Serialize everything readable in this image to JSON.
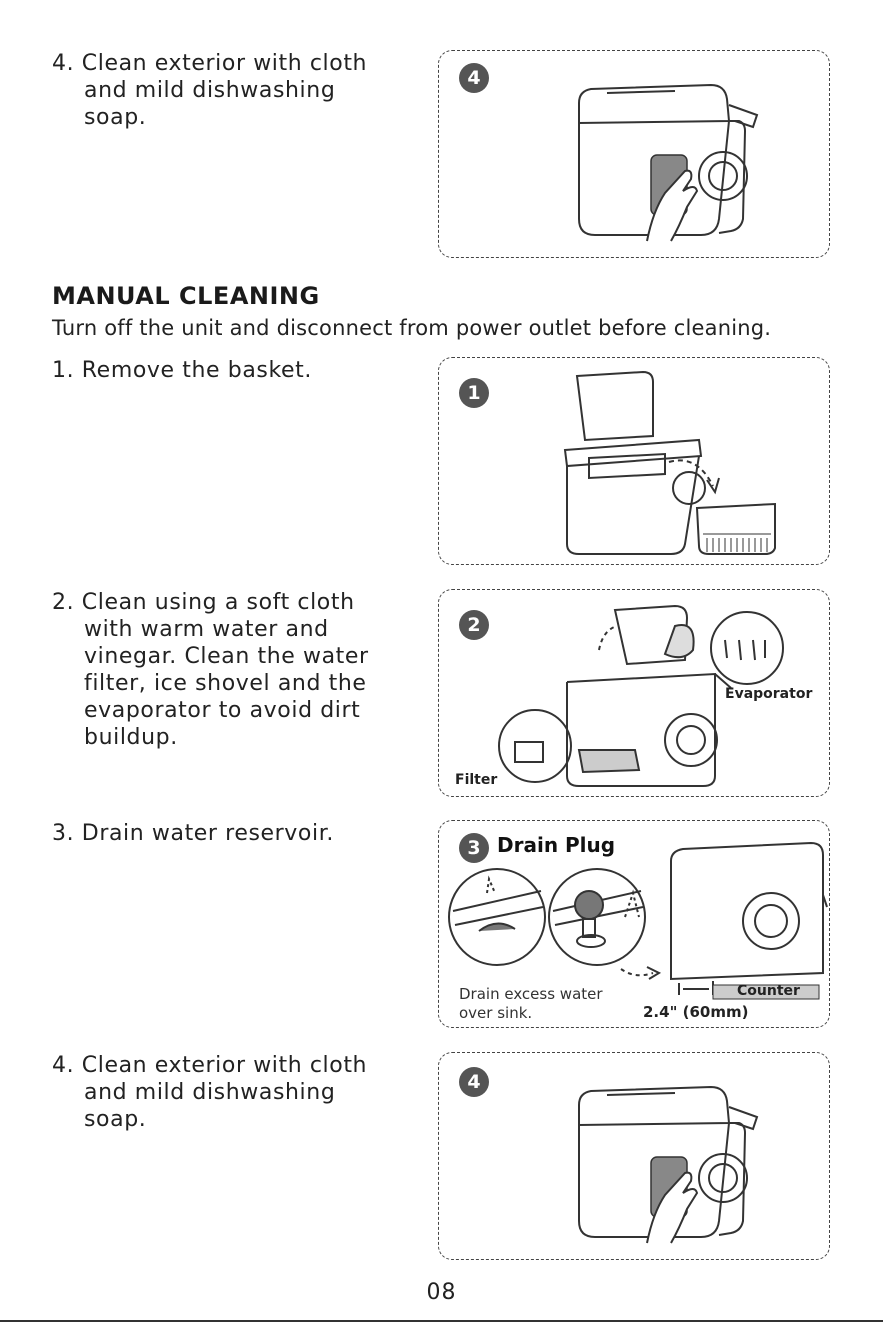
{
  "top_step": {
    "text_line1": "4. Clean exterior with cloth",
    "text_line2": "and mild dishwashing",
    "text_line3": "soap.",
    "badge": "4"
  },
  "section": {
    "heading": "MANUAL CLEANING",
    "subheading": "Turn off the unit and disconnect from power outlet before cleaning."
  },
  "steps": [
    {
      "lines": [
        "1. Remove the basket."
      ],
      "badge": "1"
    },
    {
      "lines": [
        "2. Clean using a soft cloth",
        "with warm water and",
        "vinegar. Clean the water",
        "filter, ice shovel and the",
        "evaporator to avoid dirt",
        "buildup."
      ],
      "badge": "2",
      "label_evaporator": "Evaporator",
      "label_filter": "Filter"
    },
    {
      "lines": [
        "3. Drain water reservoir."
      ],
      "badge": "3",
      "title": "Drain Plug",
      "note_line1": "Drain excess water",
      "note_line2": "over sink.",
      "measure": "2.4\" (60mm)",
      "counter": "Counter"
    },
    {
      "lines": [
        "4. Clean exterior with cloth",
        "and mild dishwashing",
        "soap."
      ],
      "badge": "4"
    }
  ],
  "page_number": "08",
  "colors": {
    "line_art": "#333333",
    "badge_fill": "#555555",
    "cloth": "#888888"
  }
}
